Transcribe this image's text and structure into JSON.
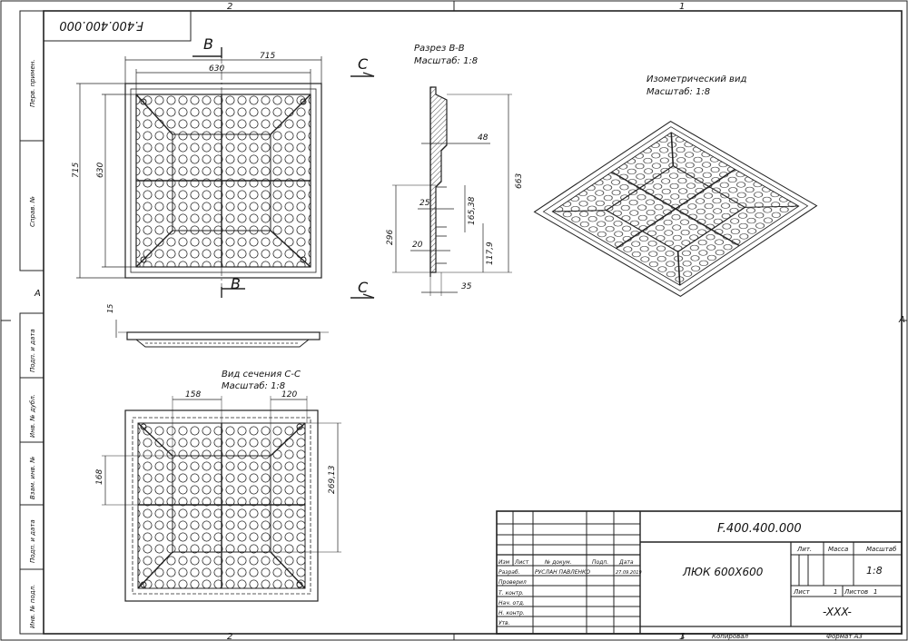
{
  "frame": {
    "zone_top": [
      "2",
      "1"
    ],
    "zone_bottom": [
      "2",
      "1"
    ],
    "zone_left": "A",
    "zone_right": "A",
    "side_cells": [
      "Перв. примен.",
      "Справ. №",
      "Подп. и дата",
      "Инв. № дубл.",
      "Взам. инв. №",
      "Подп. и дата",
      "Инв. № подл."
    ],
    "top_code": "F.400.400.000"
  },
  "views": {
    "section_b_title": "Разрез B-B",
    "section_b_scale": "Масштаб: 1:8",
    "iso_title": "Изометрический вид",
    "iso_scale": "Масштаб: 1:8",
    "section_c_title": "Вид сечения С-С",
    "section_c_scale": "Масштаб: 1:8",
    "cut_b": "B",
    "cut_c": "C"
  },
  "dims": {
    "d715_top": "715",
    "d630_top": "630",
    "d715_left": "715",
    "d630_left": "630",
    "d15": "15",
    "d48": "48",
    "d663": "663",
    "d25": "25",
    "d165": "165,38",
    "d296": "296",
    "d20": "20",
    "d117": "117,9",
    "d35": "35",
    "d158": "158",
    "d120": "120",
    "d168": "168",
    "d269": "269,13"
  },
  "title_block": {
    "code": "F.400.400.000",
    "name": "ЛЮК 600Х600",
    "col_izm": "Изм",
    "col_list": "Лист",
    "col_doc": "№ докум.",
    "col_podp": "Подп.",
    "col_data": "Дата",
    "row_razrab": "Разраб.",
    "row_prov": "Проверил",
    "row_tkontr": "Т. контр.",
    "row_nkontr": "Нач. отд.",
    "row_nkontr2": "Н. контр.",
    "row_utv": "Утв.",
    "author": "РУСЛАН ПАВЛЕНКО",
    "date": "27.09.2019",
    "lit": "Лит.",
    "massa": "Масса",
    "masshtab": "Масштаб",
    "scale": "1:8",
    "list_label": "Лист",
    "list_value": "1",
    "listov_label": "Листов",
    "listov_value": "1",
    "org": "-XXX-",
    "copied": "Копировал",
    "format": "Формат A3",
    "sheet_num": "1"
  }
}
